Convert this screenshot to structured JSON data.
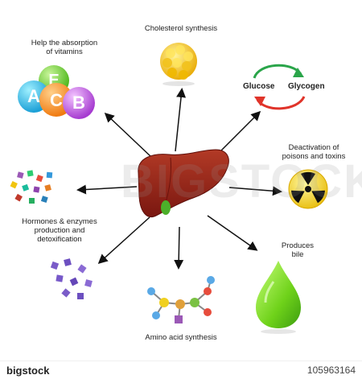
{
  "labels": {
    "cholesterol": "Cholesterol synthesis",
    "vitamins_line1": "Help the absorption",
    "vitamins_line2": "of vitamins",
    "glucose": "Glucose",
    "glycogen": "Glycogen",
    "poisons_line1": "Deactivation of",
    "poisons_line2": "poisons and toxins",
    "hormones_line1": "Hormones & enzymes",
    "hormones_line2": "production and",
    "hormones_line3": "detoxification",
    "bile_line1": "Produces",
    "bile_line2": "bile",
    "amino": "Amino acid synthesis"
  },
  "vitamin_letters": {
    "a": "A",
    "c": "C",
    "b": "B",
    "e": "E"
  },
  "watermark": "BIGSTOCK",
  "footer": {
    "brand": "bigstock",
    "image_id": "105963164"
  },
  "colors": {
    "liver": "#8f1f14",
    "gallbladder": "#4caf2a",
    "arrow": "#111111",
    "bile_drop": "#74e01c",
    "cholesterol_ball": "#f5c61a",
    "radiation_yellow": "#f3d81b",
    "cycle_green": "#2aa54a",
    "cycle_red": "#e0342a"
  }
}
